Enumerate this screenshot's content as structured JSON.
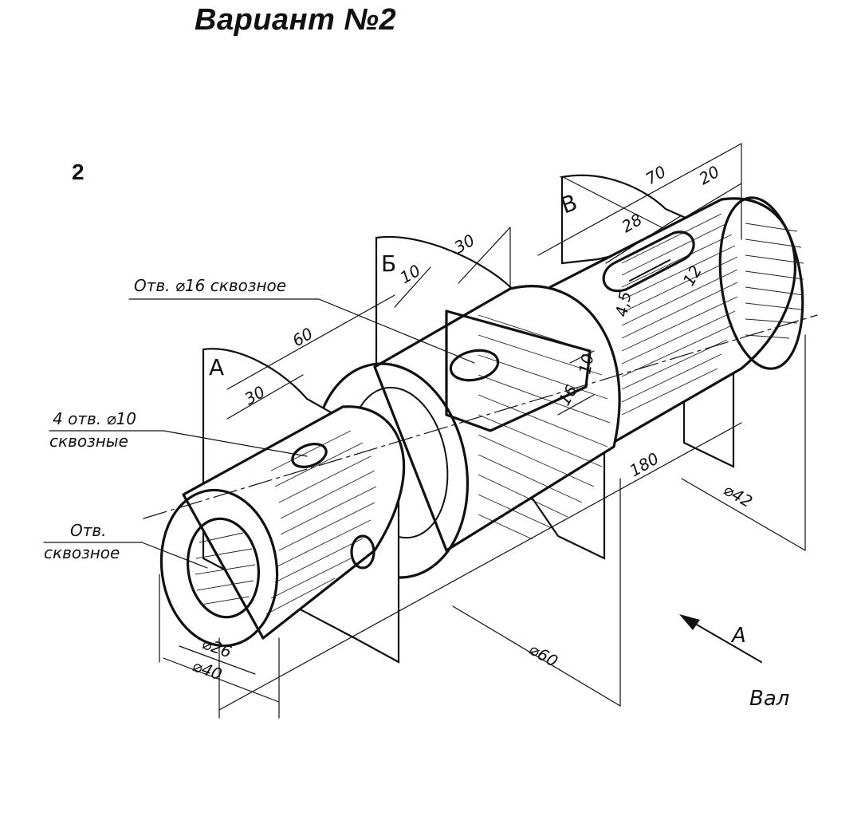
{
  "header": {
    "title": "Вариант №2",
    "variant_number": "2"
  },
  "drawing": {
    "caption": "Вал",
    "view_arrow_label": "А",
    "section_planes": [
      "А",
      "Б",
      "В"
    ],
    "notes": {
      "hole16": "Отв. ⌀16 сквозное",
      "holes4_line1": "4 отв. ⌀10",
      "holes4_line2": "сквозные",
      "bore_line1": "Отв.",
      "bore_line2": "сквозное"
    },
    "dimensions": {
      "d70": "70",
      "d20": "20",
      "d28": "28",
      "d30_top": "30",
      "d10_top": "10",
      "d12": "12",
      "d4_5": "4,5",
      "d60": "60",
      "d30_left": "30",
      "d10_mid": "10",
      "d16": "16",
      "d180": "180",
      "dia42": "⌀42",
      "dia60": "⌀60",
      "dia26": "⌀26",
      "dia40": "⌀40"
    }
  }
}
